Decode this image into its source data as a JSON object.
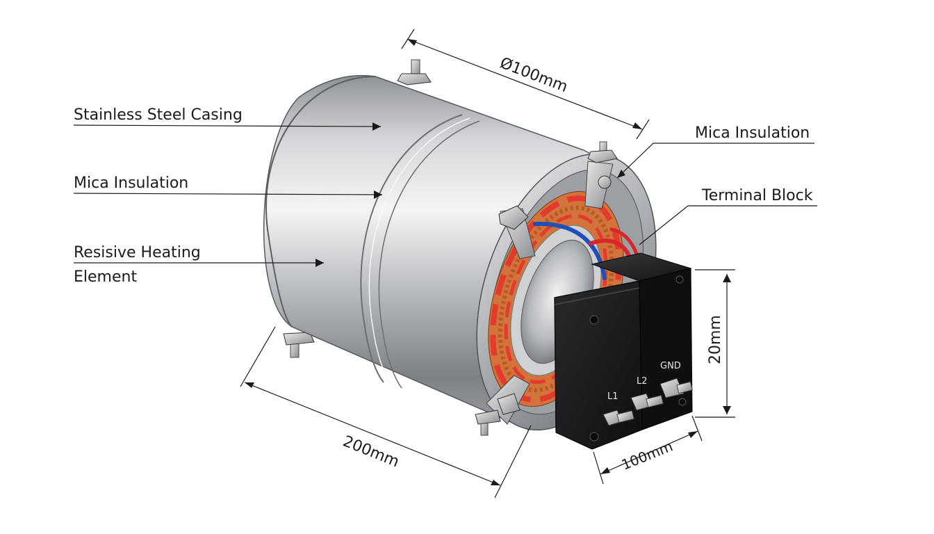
{
  "labels": {
    "casing": "Stainless Steel Casing",
    "mica_left": "Mica Insulation",
    "heating_line1": "Resisive Heating",
    "heating_line2": "Element",
    "mica_right": "Mica Insulation",
    "terminal_block": "Terminal Block"
  },
  "dimensions": {
    "diameter": "Ø100mm",
    "length": "200mm",
    "box_height": "20mm",
    "box_width": "100mm"
  },
  "terminals": {
    "l1": "L1",
    "l2": "L2",
    "gnd": "GND"
  },
  "colors": {
    "wire_blue": "#1e4fb8",
    "wire_red": "#d8262b",
    "copper": "#c8743a",
    "box": "#1c1c1e"
  }
}
